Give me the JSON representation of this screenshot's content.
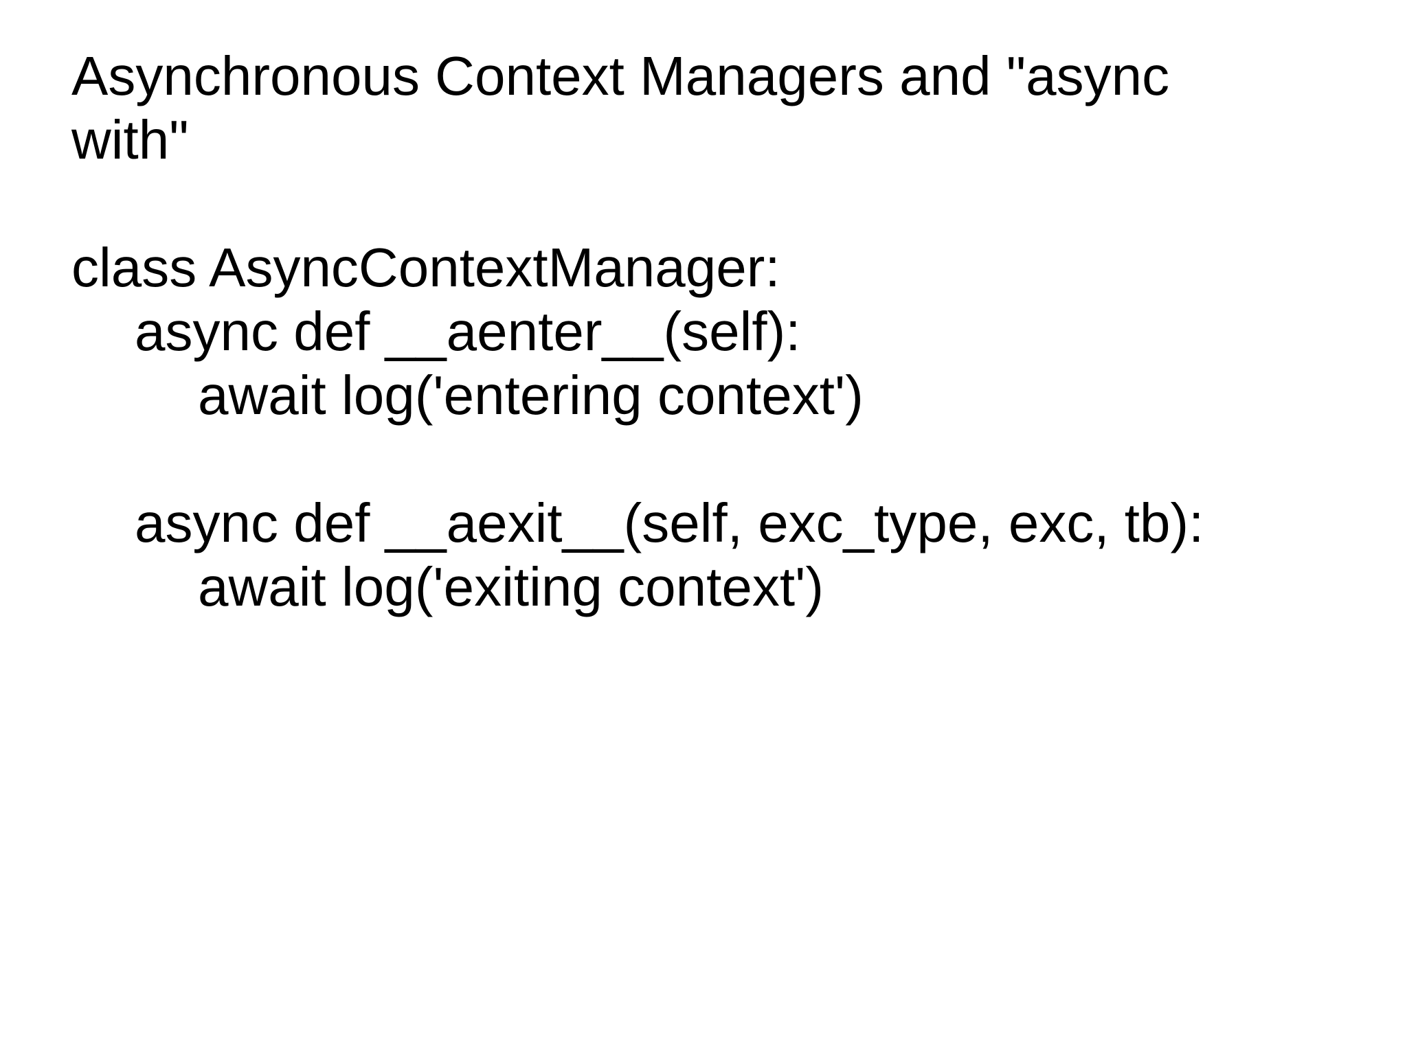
{
  "slide": {
    "title_lines": [
      "Asynchronous Context Managers and \"async",
      "with\""
    ],
    "code_lines": [
      {
        "text": "class AsyncContextManager:",
        "indent": 0
      },
      {
        "text": "async def __aenter__(self):",
        "indent": 1
      },
      {
        "text": "await log('entering context')",
        "indent": 2
      },
      {
        "text": "",
        "indent": 0
      },
      {
        "text": "async def __aexit__(self, exc_type, exc, tb):",
        "indent": 1
      },
      {
        "text": "await log('exiting context')",
        "indent": 2
      }
    ]
  }
}
